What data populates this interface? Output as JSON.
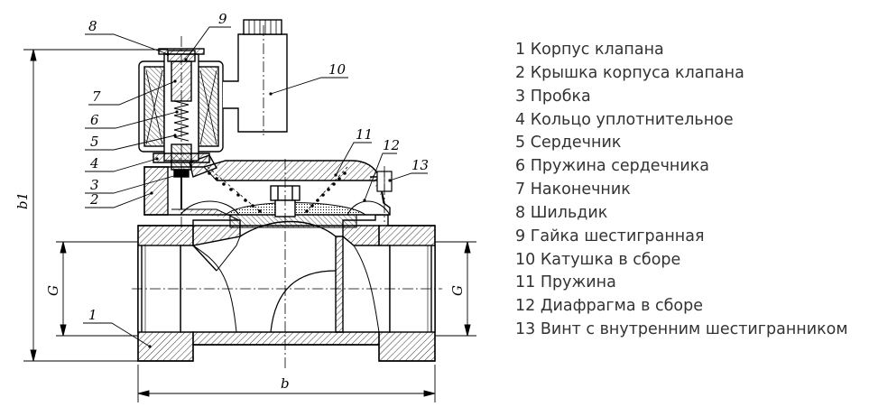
{
  "drawing": {
    "callouts": [
      "1",
      "2",
      "3",
      "4",
      "5",
      "6",
      "7",
      "8",
      "9",
      "10",
      "11",
      "12",
      "13"
    ],
    "dimensions": {
      "height": "b1",
      "width": "b",
      "thread_left": "G",
      "thread_right": "G"
    }
  },
  "legend": {
    "items": [
      {
        "num": "1",
        "text": "Корпус клапана"
      },
      {
        "num": "2",
        "text": "Крышка корпуса клапана"
      },
      {
        "num": "3",
        "text": "Пробка"
      },
      {
        "num": "4",
        "text": "Кольцо уплотнительное"
      },
      {
        "num": "5",
        "text": "Сердечник"
      },
      {
        "num": "6",
        "text": "Пружина сердечника"
      },
      {
        "num": "7",
        "text": "Наконечник"
      },
      {
        "num": "8",
        "text": "Шильдик"
      },
      {
        "num": "9",
        "text": "Гайка шестигранная"
      },
      {
        "num": "10",
        "text": "Катушка в сборе"
      },
      {
        "num": "11",
        "text": "Пружина"
      },
      {
        "num": "12",
        "text": "Диафрагма в сборе"
      },
      {
        "num": "13",
        "text": "Винт с внутренним шестигранником"
      }
    ]
  }
}
